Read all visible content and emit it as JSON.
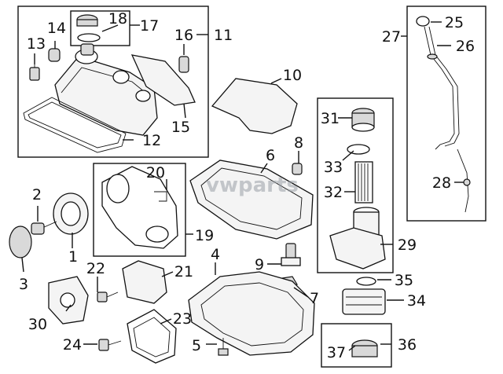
{
  "diagram": {
    "watermark": "vwparts",
    "callouts": {
      "c1": "1",
      "c2": "2",
      "c3": "3",
      "c4": "4",
      "c5": "5",
      "c6": "6",
      "c7": "7",
      "c8": "8",
      "c9": "9",
      "c10": "10",
      "c11": "11",
      "c12": "12",
      "c13": "13",
      "c14": "14",
      "c15": "15",
      "c16": "16",
      "c17": "17",
      "c18": "18",
      "c19": "19",
      "c20": "20",
      "c21": "21",
      "c22": "22",
      "c23": "23",
      "c24": "24",
      "c25": "25",
      "c26": "26",
      "c27": "27",
      "c28": "28",
      "c29": "29",
      "c30": "30",
      "c31": "31",
      "c32": "32",
      "c33": "33",
      "c34": "34",
      "c35": "35",
      "c36": "36",
      "c37": "37"
    }
  }
}
